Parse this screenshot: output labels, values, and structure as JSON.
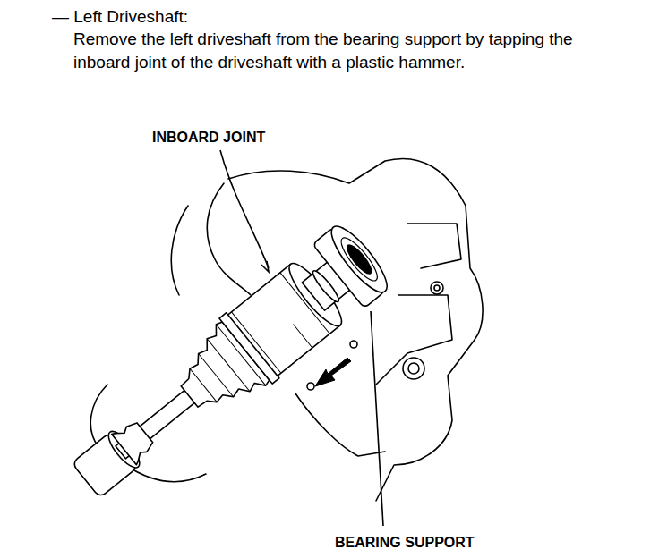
{
  "diagram": {
    "title": "— Left Driveshaft:",
    "labels": [
      "Remove the left driveshaft from the bearing support by tapping the inboard joint of the driveshaft with a plastic hammer.",
      "INBOARD JOINT",
      "BEARING SUPPORT"
    ]
  }
}
